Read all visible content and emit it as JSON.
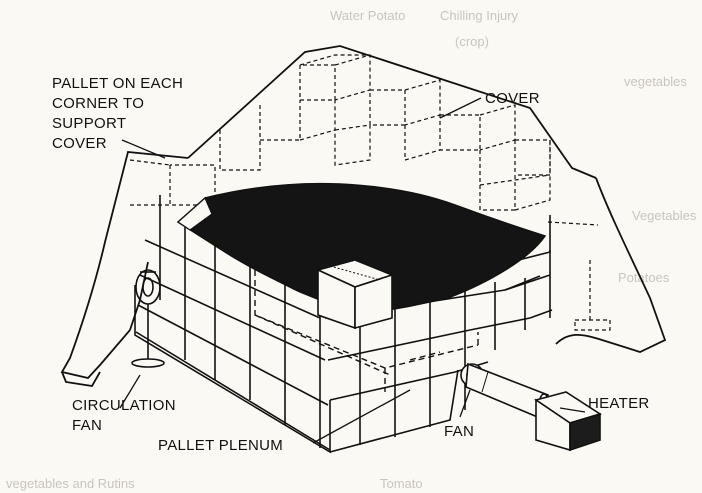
{
  "figure": {
    "labels": {
      "pallet_support": [
        "PALLET ON EACH",
        "CORNER TO",
        "SUPPORT",
        "COVER"
      ],
      "cover": "COVER",
      "circulation_fan": [
        "CIRCULATION",
        "FAN"
      ],
      "heater": "HEATER",
      "fan": "FAN",
      "pallet_plenum": "PALLET PLENUM"
    },
    "bleed_through_text": [
      "Water Potato",
      "Chilling Injury",
      "(crop)",
      "vegetables",
      "Vegetables",
      "Potatoes",
      "vegetables and Rutins",
      "Tomato"
    ]
  }
}
